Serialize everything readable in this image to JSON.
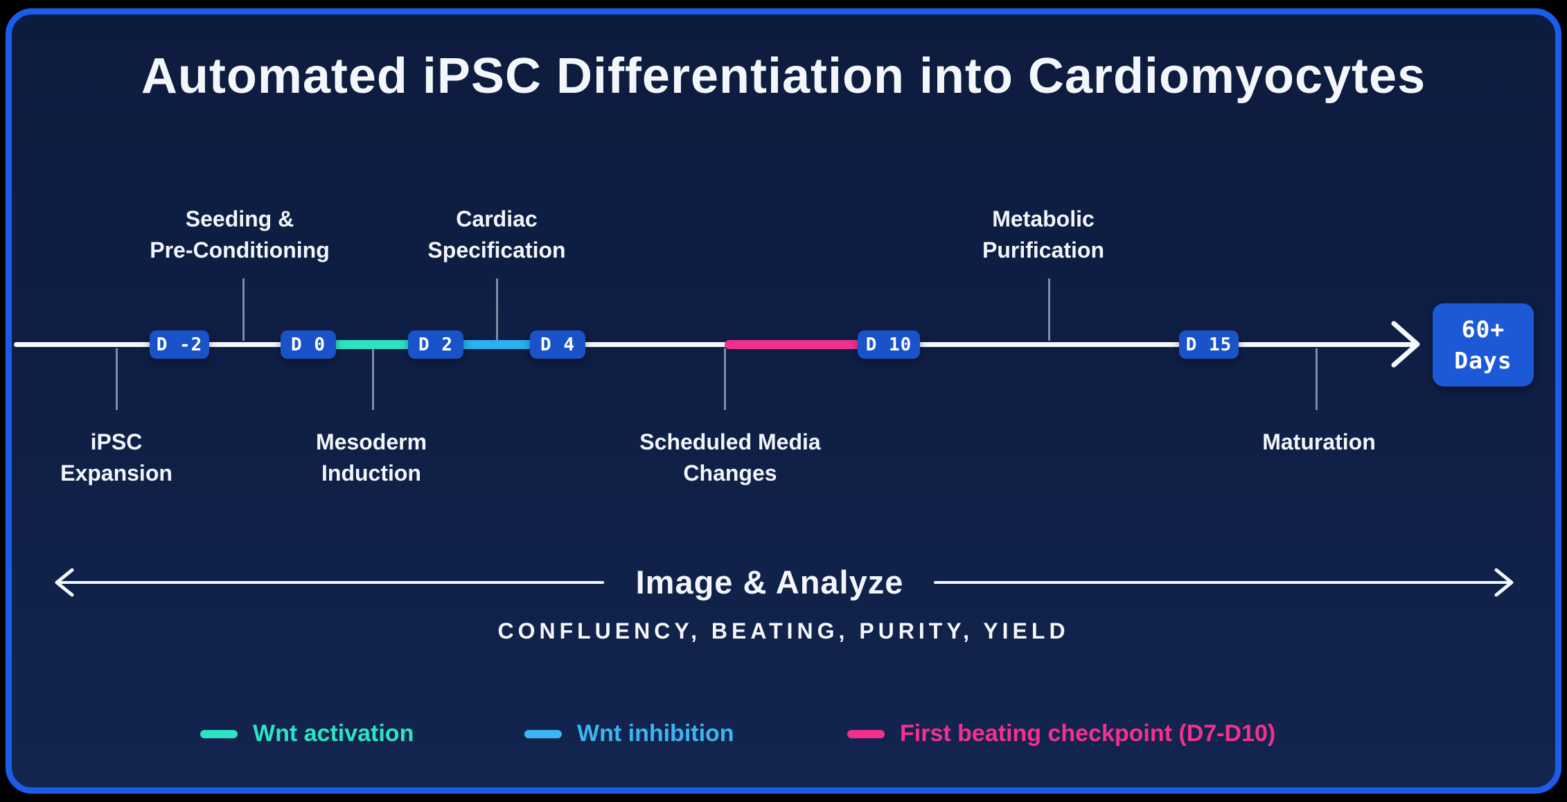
{
  "title": "Automated iPSC Differentiation into Cardiomyocytes",
  "timeline": {
    "markers": [
      {
        "label": "D -2"
      },
      {
        "label": "D 0"
      },
      {
        "label": "D 2"
      },
      {
        "label": "D 4"
      },
      {
        "label": "D 10"
      },
      {
        "label": "D 15"
      }
    ],
    "segments": [
      {
        "name": "wnt-activation",
        "from": "D 0",
        "to": "D 2",
        "color": "#2ee3c3"
      },
      {
        "name": "wnt-inhibition",
        "from": "D 2",
        "to": "D 4",
        "color": "#2aaff0"
      },
      {
        "name": "first-beating-checkpoint",
        "from": "D 7",
        "to": "D 10",
        "color": "#f4308e"
      }
    ],
    "end_marker": {
      "line1": "60+",
      "line2": "Days"
    },
    "badge_color": "#1a52c8",
    "end_box_color": "#1c59d6"
  },
  "phases_above": [
    {
      "line1": "Seeding &",
      "line2": "Pre-Conditioning"
    },
    {
      "line1": "Cardiac",
      "line2": "Specification"
    },
    {
      "line1": "Metabolic",
      "line2": "Purification"
    }
  ],
  "phases_below": [
    {
      "line1": "iPSC",
      "line2": "Expansion"
    },
    {
      "line1": "Mesoderm",
      "line2": "Induction"
    },
    {
      "line1": "Scheduled Media",
      "line2": "Changes"
    },
    {
      "line1": "Maturation",
      "line2": ""
    }
  ],
  "analysis": {
    "title": "Image & Analyze",
    "subtitle": "CONFLUENCY, BEATING, PURITY, YIELD"
  },
  "legend": [
    {
      "label": "Wnt activation",
      "color": "#2ee3c3"
    },
    {
      "label": "Wnt inhibition",
      "color": "#3ab6f2"
    },
    {
      "label": "First beating checkpoint (D7-D10)",
      "color": "#f4308e"
    }
  ],
  "frame": {
    "border_color": "#1b5ce8",
    "background_color": "#0e1c42"
  }
}
